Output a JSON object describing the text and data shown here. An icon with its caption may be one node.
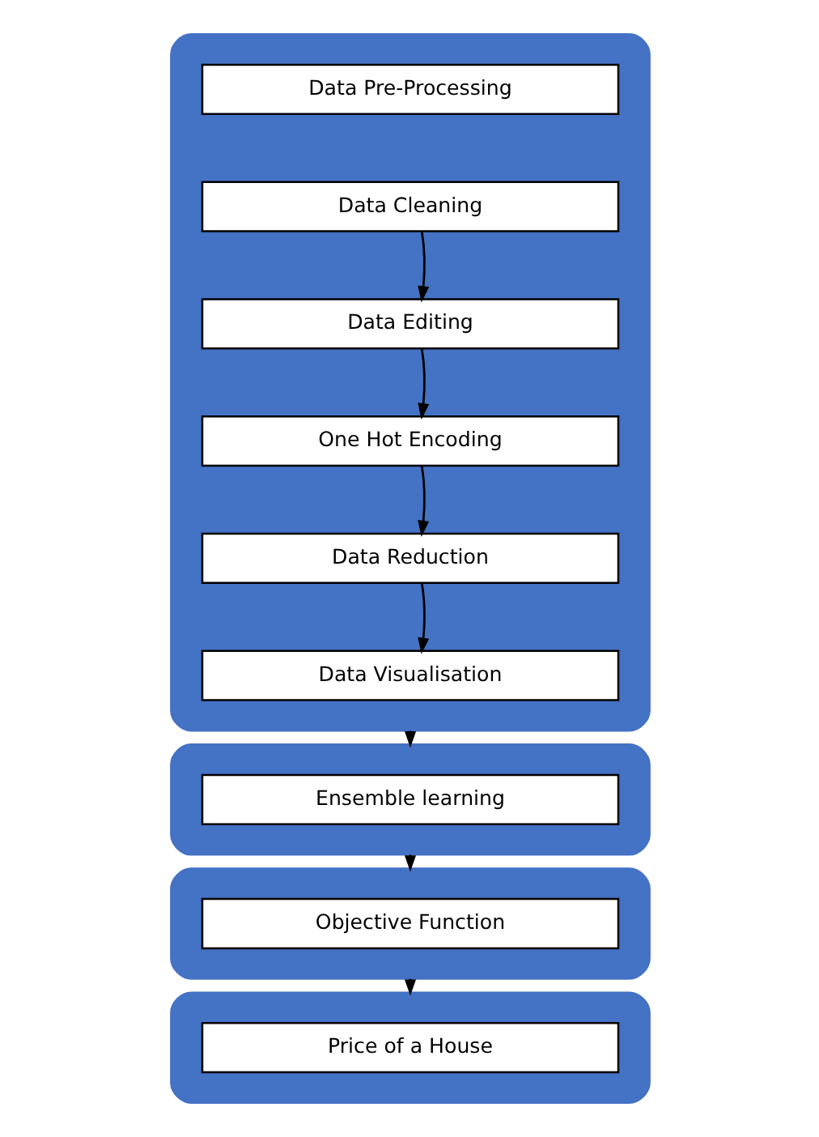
{
  "diagram": {
    "nodes": [
      {
        "text": [],
        "shape": "box"
      },
      {
        "text": [
          "Data Pre-Processing"
        ],
        "in": 0
      },
      {
        "text": [
          "Data Cleaning"
        ],
        "in": 0
      },
      {
        "text": [
          "Data Editing"
        ],
        "in": 0
      },
      {
        "text": [
          "One Hot Encoding"
        ],
        "in": 0
      },
      {
        "text": [
          "Data Reduction"
        ],
        "in": 0
      },
      {
        "text": [
          "Data Visualisation"
        ],
        "in": 0
      },
      {
        "text": [],
        "shape": "box"
      },
      {
        "text": [
          "Ensemble learning"
        ],
        "in": 7
      },
      {
        "text": [],
        "shape": "box"
      },
      {
        "text": [
          "Objective Function"
        ],
        "in": 9
      },
      {
        "text": [],
        "shape": "box"
      },
      {
        "text": [
          "Price of a House"
        ],
        "in": 11
      }
    ],
    "edges": [
      {
        "from": 2,
        "to": 3,
        "arrow": "to"
      },
      {
        "from": 3,
        "to": 4,
        "arrow": "to"
      },
      {
        "from": 4,
        "to": 5,
        "arrow": "to"
      },
      {
        "from": 5,
        "to": 6,
        "arrow": "to"
      },
      {
        "from": 0,
        "to": 7,
        "arrow": "to"
      },
      {
        "from": 7,
        "to": 9,
        "arrow": "to"
      },
      {
        "from": 9,
        "to": 11,
        "arrow": "to"
      }
    ]
  }
}
